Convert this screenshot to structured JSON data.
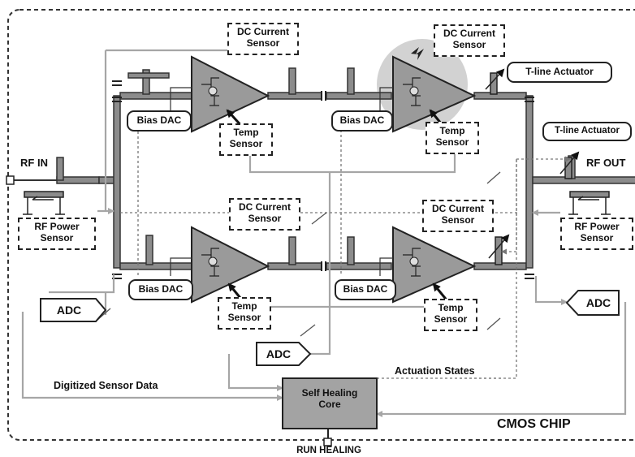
{
  "labels": {
    "rf_in": "RF IN",
    "rf_out": "RF OUT",
    "rf_power_sensor_left": [
      "RF Power",
      "Sensor"
    ],
    "rf_power_sensor_right": [
      "RF Power",
      "Sensor"
    ],
    "dc_current_sensor_1": [
      "DC Current",
      "Sensor"
    ],
    "dc_current_sensor_2": [
      "DC Current",
      "Sensor"
    ],
    "dc_current_sensor_3": [
      "DC Current",
      "Sensor"
    ],
    "dc_current_sensor_4": [
      "DC Current",
      "Sensor"
    ],
    "temp_sensor_1": [
      "Temp",
      "Sensor"
    ],
    "temp_sensor_2": [
      "Temp",
      "Sensor"
    ],
    "temp_sensor_3": [
      "Temp",
      "Sensor"
    ],
    "temp_sensor_4": [
      "Temp",
      "Sensor"
    ],
    "bias_dac_1": "Bias DAC",
    "bias_dac_2": "Bias DAC",
    "bias_dac_3": "Bias DAC",
    "bias_dac_4": "Bias DAC",
    "tline_actuator_1": "T-line Actuator",
    "tline_actuator_2": "T-line Actuator",
    "adc_left": "ADC",
    "adc_center": "ADC",
    "adc_right": "ADC",
    "self_healing_core": [
      "Self Healing",
      "Core"
    ],
    "digitized_sensor_data": "Digitized Sensor Data",
    "actuation_states": "Actuation States",
    "cmos_chip": "CMOS CHIP",
    "run_healing": "RUN HEALING"
  },
  "colors": {
    "amplifier_fill": "#9a9a9a",
    "tline_fill": "#8c8c8c",
    "signal_arrow": "#a6a6a6",
    "core_fill": "#a3a3a3",
    "fault_highlight": "#cfcfcf",
    "outline": "#222222"
  }
}
